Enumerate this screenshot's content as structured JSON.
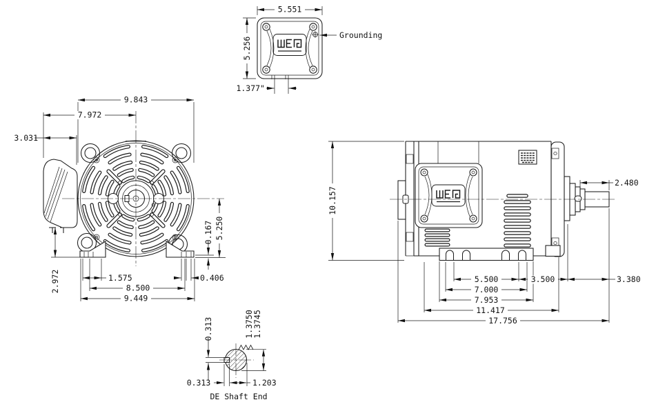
{
  "drawing": {
    "brand": "WEG",
    "views": {
      "conduit_box_top": {
        "dims": {
          "width": "5.551",
          "height": "5.256",
          "knockout": "1.377\""
        },
        "labels": {
          "grounding": "Grounding"
        }
      },
      "front": {
        "dims": {
          "cover_diameter": "9.843",
          "box_to_centerline": "7.972",
          "box_depth": "3.031",
          "pad_height": "0.167",
          "centerline_to_base": "5.250",
          "box_clearance": "2.972",
          "edge_to_bolt": "1.575",
          "bolt_spacing": "8.500",
          "base_width": "9.449",
          "slot_width": "0.406"
        }
      },
      "side": {
        "dims": {
          "overall_height": "10.157",
          "shaft_extension": "2.480",
          "slot_span_inner": "5.500",
          "slot_span_outer": "7.000",
          "foot_length": "7.953",
          "frame_length": "11.417",
          "overall_length": "17.756",
          "foot_to_shoulder": "3.500",
          "shoulder_to_shaft_end": "3.380"
        }
      },
      "shaft_end": {
        "caption": "DE Shaft End",
        "dims": {
          "key_height": "0.313",
          "shaft_dia_upper": "1.3750",
          "shaft_dia_lower": "1.3745",
          "key_width": "0.313",
          "key_to_edge": "1.203"
        }
      }
    }
  }
}
